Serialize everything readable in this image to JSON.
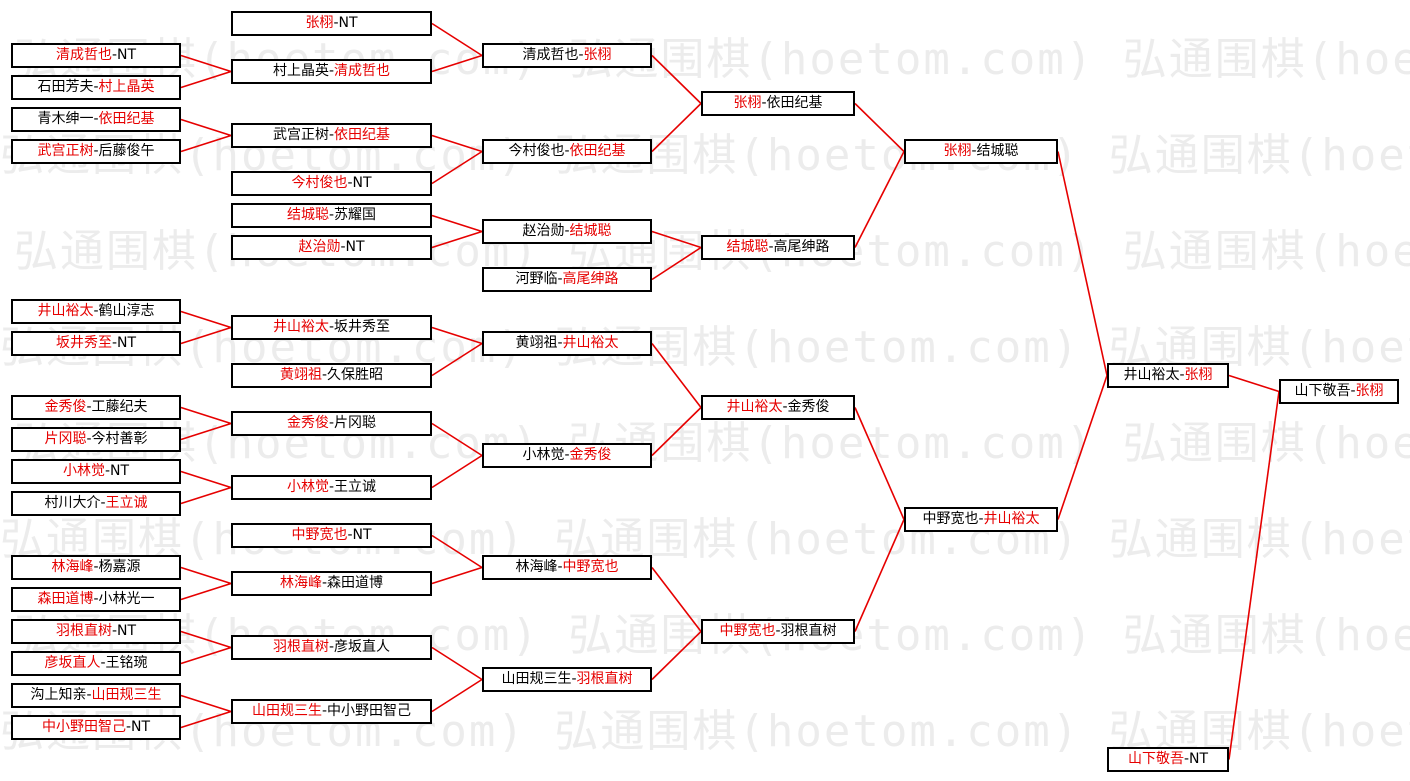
{
  "watermark": "弘通围棋(hoetom.com)",
  "colors": {
    "winner": "#e60000",
    "loser": "#000000",
    "line": "#e60000"
  },
  "matches": [
    {
      "id": "r1a",
      "p1": "清成哲也",
      "p2": "NT",
      "win": 1
    },
    {
      "id": "r1b",
      "p1": "石田芳夫",
      "p2": "村上晶英",
      "win": 2
    },
    {
      "id": "r1c",
      "p1": "青木绅一",
      "p2": "依田纪基",
      "win": 2
    },
    {
      "id": "r1d",
      "p1": "武宫正树",
      "p2": "后藤俊午",
      "win": 1
    },
    {
      "id": "r1e",
      "p1": "井山裕太",
      "p2": "鹤山淳志",
      "win": 1
    },
    {
      "id": "r1f",
      "p1": "坂井秀至",
      "p2": "NT",
      "win": 1
    },
    {
      "id": "r1g",
      "p1": "金秀俊",
      "p2": "工藤纪夫",
      "win": 1
    },
    {
      "id": "r1h",
      "p1": "片冈聪",
      "p2": "今村善彰",
      "win": 1
    },
    {
      "id": "r1i",
      "p1": "小林觉",
      "p2": "NT",
      "win": 1
    },
    {
      "id": "r1j",
      "p1": "村川大介",
      "p2": "王立诚",
      "win": 2
    },
    {
      "id": "r1k",
      "p1": "林海峰",
      "p2": "杨嘉源",
      "win": 1
    },
    {
      "id": "r1l",
      "p1": "森田道博",
      "p2": "小林光一",
      "win": 1
    },
    {
      "id": "r1m",
      "p1": "羽根直树",
      "p2": "NT",
      "win": 1
    },
    {
      "id": "r1n",
      "p1": "彦坂直人",
      "p2": "王铭琬",
      "win": 1
    },
    {
      "id": "r1o",
      "p1": "沟上知亲",
      "p2": "山田规三生",
      "win": 2
    },
    {
      "id": "r1p",
      "p1": "中小野田智己",
      "p2": "NT",
      "win": 1
    },
    {
      "id": "r2a",
      "p1": "张栩",
      "p2": "NT",
      "win": 1
    },
    {
      "id": "r2b",
      "p1": "村上晶英",
      "p2": "清成哲也",
      "win": 2
    },
    {
      "id": "r2c",
      "p1": "武宫正树",
      "p2": "依田纪基",
      "win": 2
    },
    {
      "id": "r2d",
      "p1": "今村俊也",
      "p2": "NT",
      "win": 1
    },
    {
      "id": "r2e",
      "p1": "结城聪",
      "p2": "苏耀国",
      "win": 1
    },
    {
      "id": "r2f",
      "p1": "赵治勋",
      "p2": "NT",
      "win": 1
    },
    {
      "id": "r2g",
      "p1": "井山裕太",
      "p2": "坂井秀至",
      "win": 1
    },
    {
      "id": "r2h",
      "p1": "黄翊祖",
      "p2": "久保胜昭",
      "win": 1
    },
    {
      "id": "r2i",
      "p1": "金秀俊",
      "p2": "片冈聪",
      "win": 1
    },
    {
      "id": "r2j",
      "p1": "小林觉",
      "p2": "王立诚",
      "win": 1
    },
    {
      "id": "r2k",
      "p1": "中野宽也",
      "p2": "NT",
      "win": 1
    },
    {
      "id": "r2l",
      "p1": "林海峰",
      "p2": "森田道博",
      "win": 1
    },
    {
      "id": "r2m",
      "p1": "羽根直树",
      "p2": "彦坂直人",
      "win": 1
    },
    {
      "id": "r2n",
      "p1": "山田规三生",
      "p2": "中小野田智己",
      "win": 1
    },
    {
      "id": "r3a",
      "p1": "清成哲也",
      "p2": "张栩",
      "win": 2
    },
    {
      "id": "r3b",
      "p1": "今村俊也",
      "p2": "依田纪基",
      "win": 2
    },
    {
      "id": "r3c",
      "p1": "赵治勋",
      "p2": "结城聪",
      "win": 2
    },
    {
      "id": "r3d",
      "p1": "河野临",
      "p2": "高尾绅路",
      "win": 2
    },
    {
      "id": "r3e",
      "p1": "黄翊祖",
      "p2": "井山裕太",
      "win": 2
    },
    {
      "id": "r3f",
      "p1": "小林觉",
      "p2": "金秀俊",
      "win": 2
    },
    {
      "id": "r3g",
      "p1": "林海峰",
      "p2": "中野宽也",
      "win": 2
    },
    {
      "id": "r3h",
      "p1": "山田规三生",
      "p2": "羽根直树",
      "win": 2
    },
    {
      "id": "r4a",
      "p1": "张栩",
      "p2": "依田纪基",
      "win": 1
    },
    {
      "id": "r4b",
      "p1": "结城聪",
      "p2": "高尾绅路",
      "win": 1
    },
    {
      "id": "r4c",
      "p1": "井山裕太",
      "p2": "金秀俊",
      "win": 1
    },
    {
      "id": "r4d",
      "p1": "中野宽也",
      "p2": "羽根直树",
      "win": 1
    },
    {
      "id": "r5a",
      "p1": "张栩",
      "p2": "结城聪",
      "win": 1
    },
    {
      "id": "r5b",
      "p1": "中野宽也",
      "p2": "井山裕太",
      "win": 2
    },
    {
      "id": "r6a",
      "p1": "井山裕太",
      "p2": "张栩",
      "win": 2
    },
    {
      "id": "r6b",
      "p1": "山下敬吾",
      "p2": "NT",
      "win": 1
    },
    {
      "id": "final",
      "p1": "山下敬吾",
      "p2": "张栩",
      "win": 2
    }
  ]
}
